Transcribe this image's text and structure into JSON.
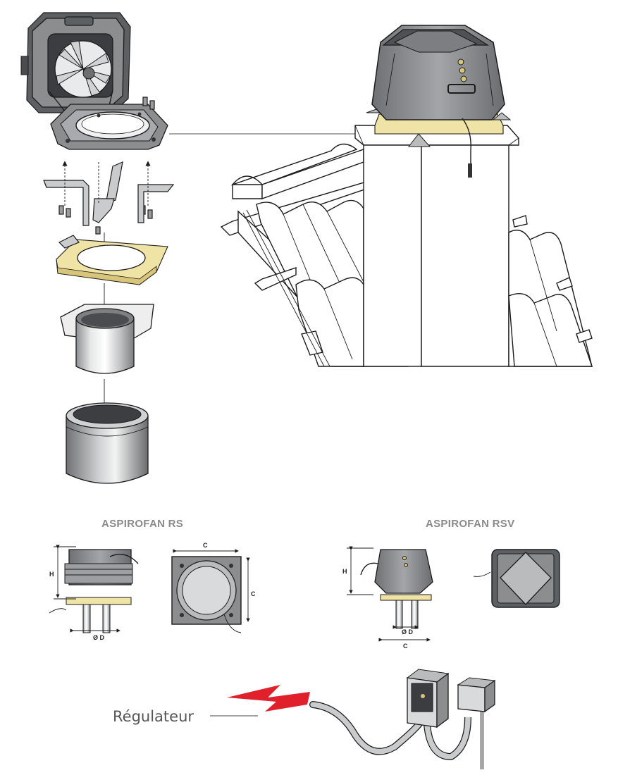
{
  "labels": {
    "rs_title": "ASPIROFAN RS",
    "rsv_title": "ASPIROFAN RSV",
    "regulator": "Régulateur",
    "dim_h": "H",
    "dim_c": "C",
    "dim_d": "Ø D"
  },
  "colors": {
    "fan_body": "#8b8d8f",
    "fan_dark": "#5d6063",
    "insulation": "#efe3a6",
    "lightning": "#e0202a",
    "title_grey": "#8a8a8a"
  }
}
